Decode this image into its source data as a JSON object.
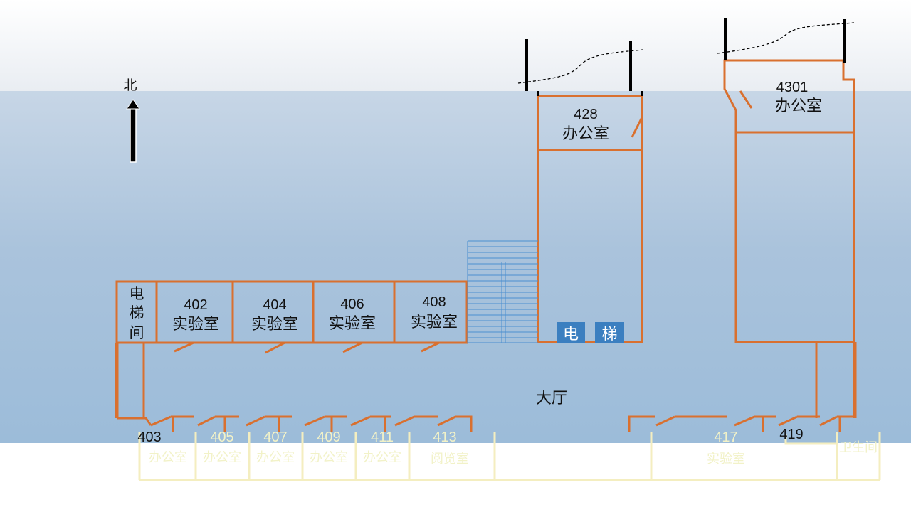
{
  "compass": {
    "label": "北"
  },
  "hall": {
    "label": "大厅"
  },
  "elevator": {
    "left_char": "电",
    "right_char": "梯"
  },
  "elevator_room": {
    "label": "电\n梯\n间"
  },
  "north_rooms": [
    {
      "number": "402",
      "name": "实验室"
    },
    {
      "number": "404",
      "name": "实验室"
    },
    {
      "number": "406",
      "name": "实验室"
    },
    {
      "number": "408",
      "name": "实验室"
    }
  ],
  "tower_rooms": [
    {
      "number": "428",
      "name": "办公室"
    },
    {
      "number": "4301",
      "name": "办公室"
    }
  ],
  "south_rooms": [
    {
      "number": "403",
      "name": "办公室"
    },
    {
      "number": "405",
      "name": "办公室"
    },
    {
      "number": "407",
      "name": "办公室"
    },
    {
      "number": "409",
      "name": "办公室"
    },
    {
      "number": "411",
      "name": "办公室"
    },
    {
      "number": "413",
      "name": "阅览室"
    },
    {
      "number": "417",
      "name": "实验室"
    },
    {
      "number": "419",
      "name": ""
    },
    {
      "number": "",
      "name": "卫生间"
    }
  ],
  "colors": {
    "wall": "#d9702f",
    "elevator": "#3b7fc0",
    "stairs": "#4b8fd0",
    "faded_wall": "#f4eec0"
  }
}
